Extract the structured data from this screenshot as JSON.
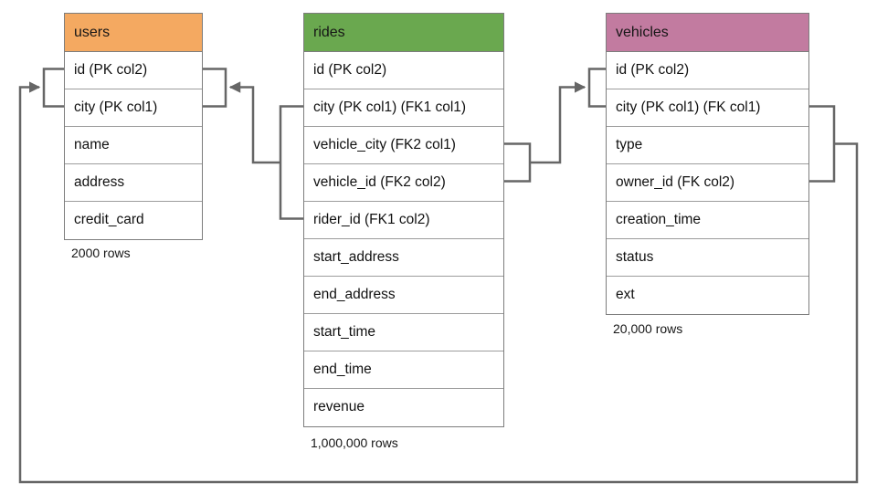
{
  "diagram": {
    "tables": [
      {
        "name": "users",
        "header_color": "#f4a961",
        "columns": [
          "id (PK col2)",
          "city (PK col1)",
          "name",
          "address",
          "credit_card"
        ],
        "row_count_label": "2000 rows"
      },
      {
        "name": "rides",
        "header_color": "#6aa84f",
        "columns": [
          "id (PK col2)",
          "city (PK col1) (FK1 col1)",
          "vehicle_city (FK2 col1)",
          "vehicle_id (FK2 col2)",
          "rider_id (FK1 col2)",
          "start_address",
          "end_address",
          "start_time",
          "end_time",
          "revenue"
        ],
        "row_count_label": "1,000,000 rows"
      },
      {
        "name": "vehicles",
        "header_color": "#c27ba0",
        "columns": [
          "id (PK col2)",
          "city (PK col1) (FK col1)",
          "type",
          "owner_id (FK col2)",
          "creation_time",
          "status",
          "ext"
        ],
        "row_count_label": "20,000 rows"
      }
    ],
    "relationships": [
      {
        "from": "rides (city, rider_id) FK1",
        "to": "users (id, city)"
      },
      {
        "from": "rides (vehicle_city, vehicle_id) FK2",
        "to": "vehicles (id, city)"
      },
      {
        "from": "vehicles (city, owner_id) FK",
        "to": "users (id, city)"
      }
    ],
    "connector_color": "#666666"
  }
}
